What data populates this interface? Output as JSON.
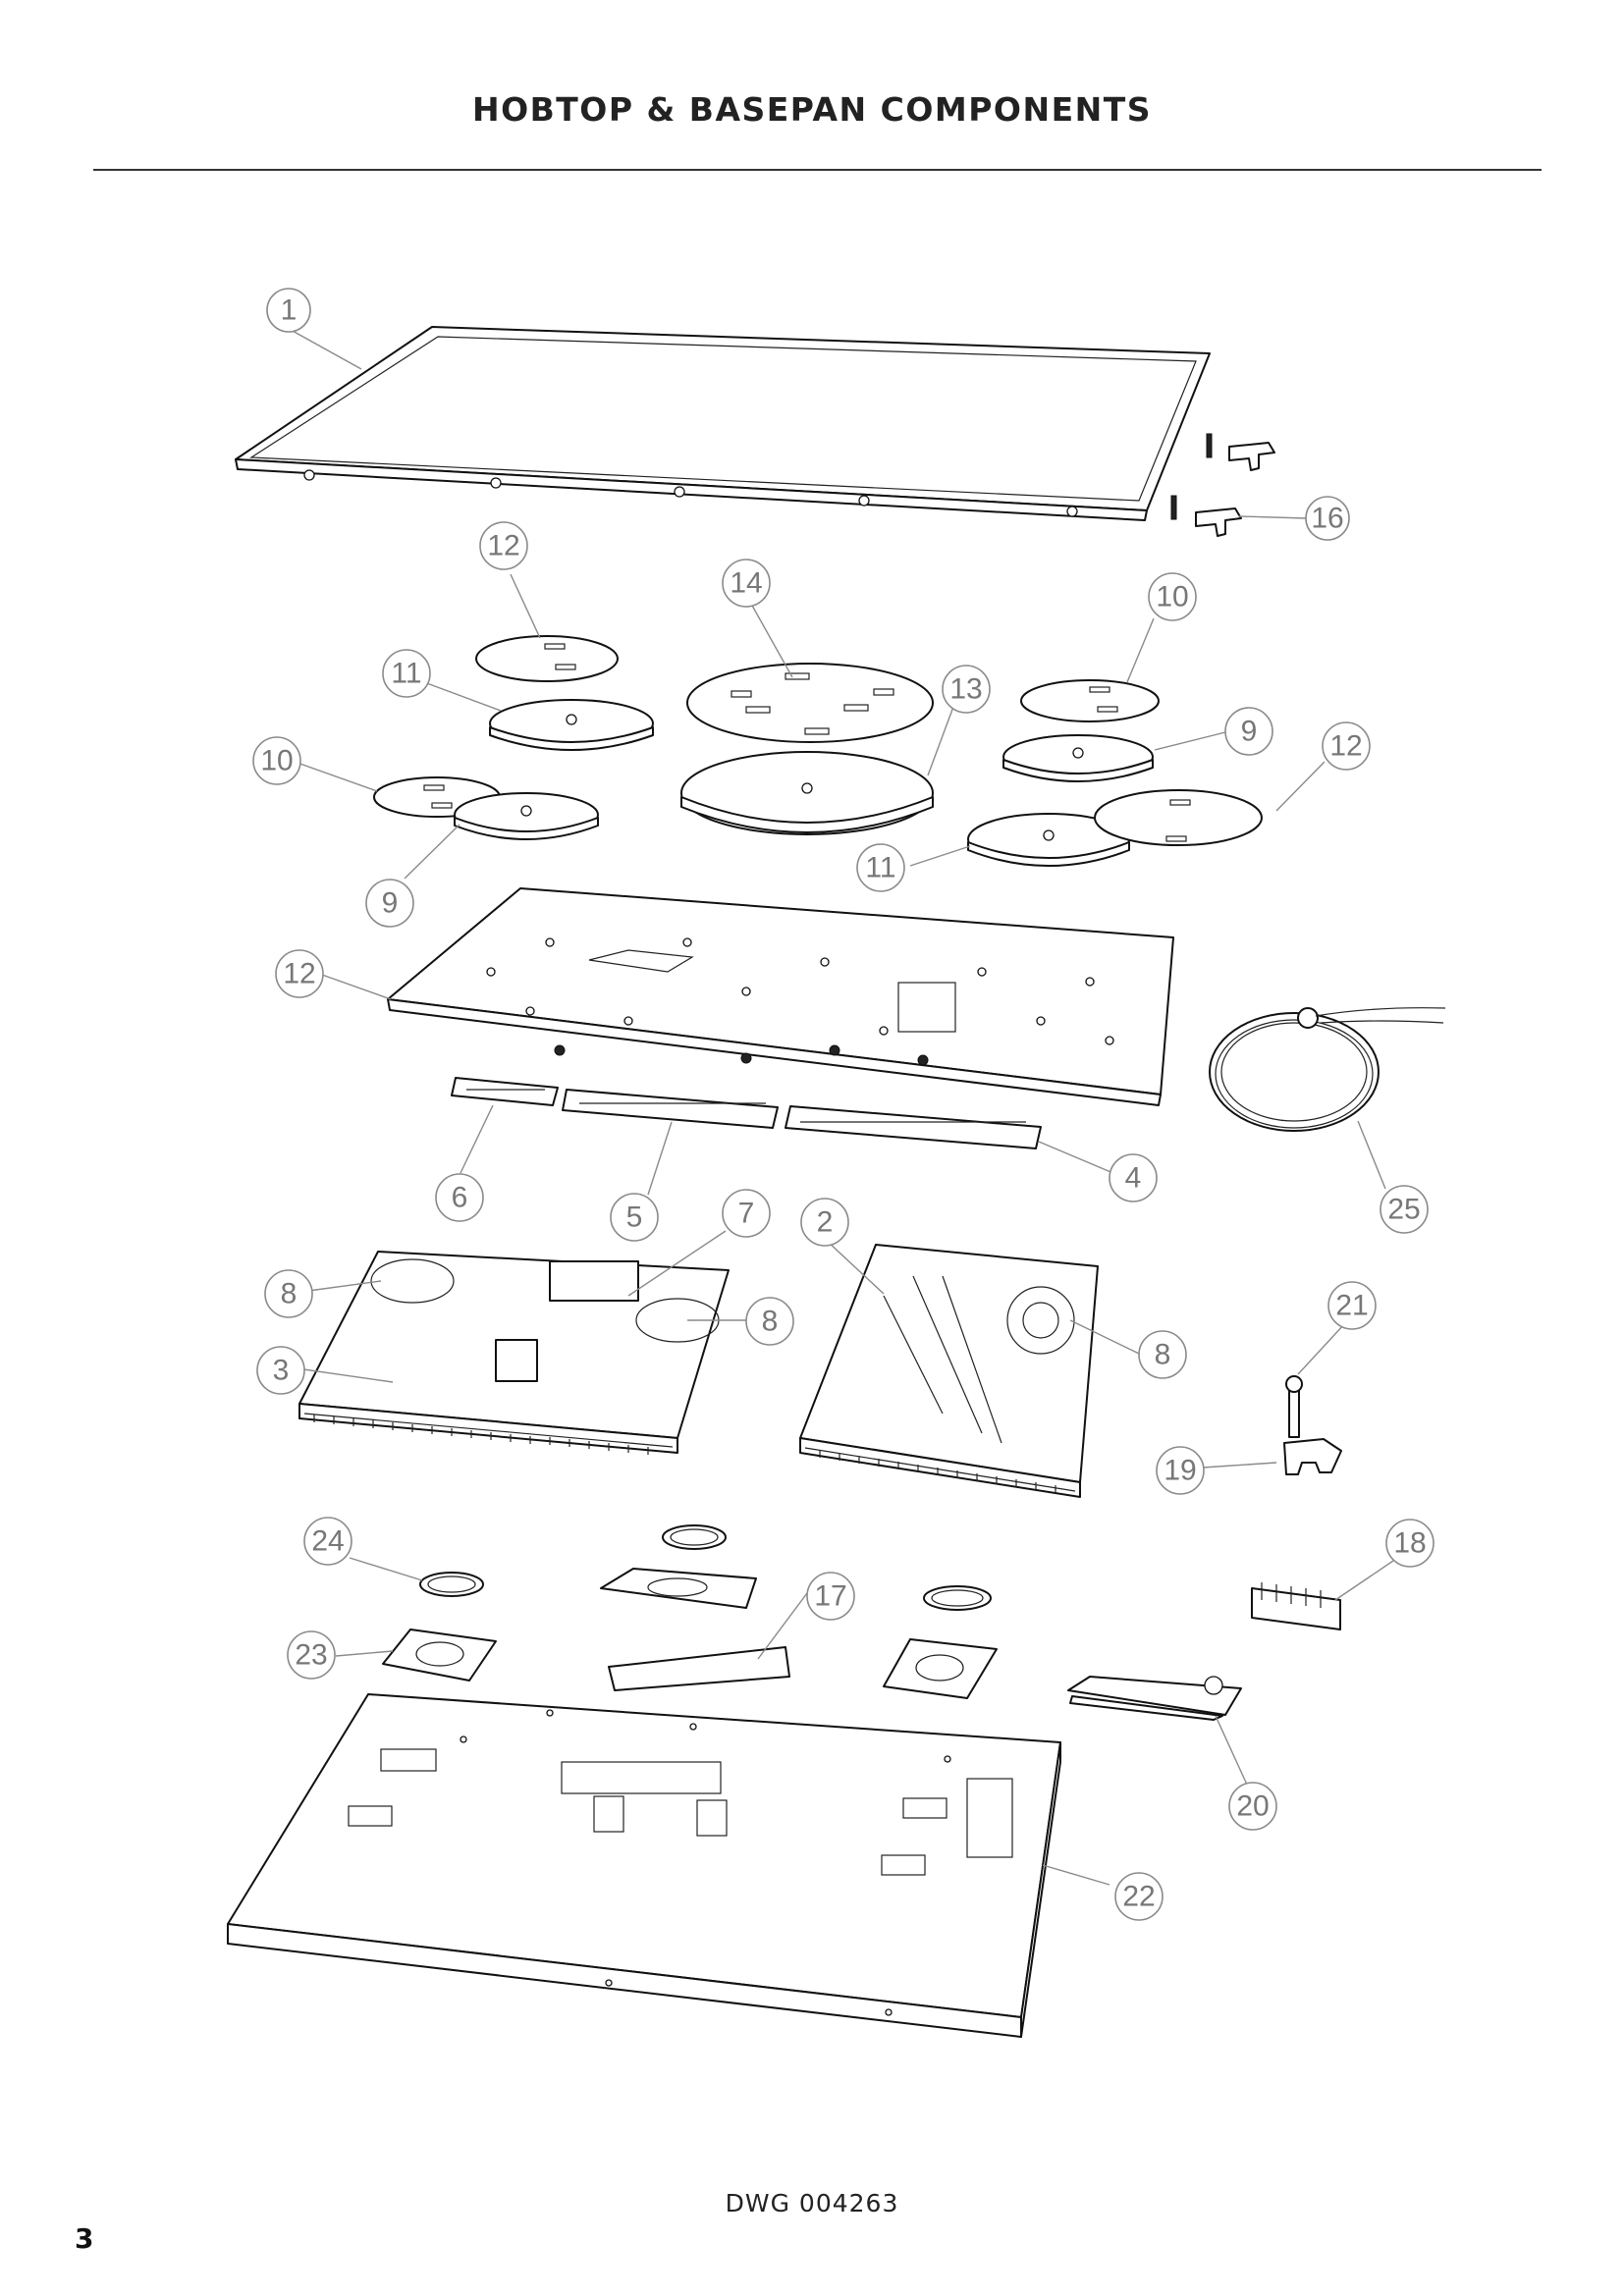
{
  "page": {
    "title": "HOBTOP & BASEPAN COMPONENTS",
    "drawing_number": "DWG 004263",
    "page_number": "3"
  },
  "callouts": [
    {
      "id": "c1",
      "label": "1"
    },
    {
      "id": "c16",
      "label": "16"
    },
    {
      "id": "c12a",
      "label": "12"
    },
    {
      "id": "c14",
      "label": "14"
    },
    {
      "id": "c10a",
      "label": "10"
    },
    {
      "id": "c11a",
      "label": "11"
    },
    {
      "id": "c13",
      "label": "13"
    },
    {
      "id": "c10b",
      "label": "10"
    },
    {
      "id": "c9a",
      "label": "9"
    },
    {
      "id": "c12b",
      "label": "12"
    },
    {
      "id": "c9b",
      "label": "9"
    },
    {
      "id": "c11b",
      "label": "11"
    },
    {
      "id": "c12c",
      "label": "12"
    },
    {
      "id": "c6",
      "label": "6"
    },
    {
      "id": "c5",
      "label": "5"
    },
    {
      "id": "c7",
      "label": "7"
    },
    {
      "id": "c2",
      "label": "2"
    },
    {
      "id": "c4",
      "label": "4"
    },
    {
      "id": "c25",
      "label": "25"
    },
    {
      "id": "c8a",
      "label": "8"
    },
    {
      "id": "c8b",
      "label": "8"
    },
    {
      "id": "c8c",
      "label": "8"
    },
    {
      "id": "c3",
      "label": "3"
    },
    {
      "id": "c21",
      "label": "21"
    },
    {
      "id": "c19",
      "label": "19"
    },
    {
      "id": "c24",
      "label": "24"
    },
    {
      "id": "c17",
      "label": "17"
    },
    {
      "id": "c18",
      "label": "18"
    },
    {
      "id": "c23",
      "label": "23"
    },
    {
      "id": "c20",
      "label": "20"
    },
    {
      "id": "c22",
      "label": "22"
    }
  ]
}
